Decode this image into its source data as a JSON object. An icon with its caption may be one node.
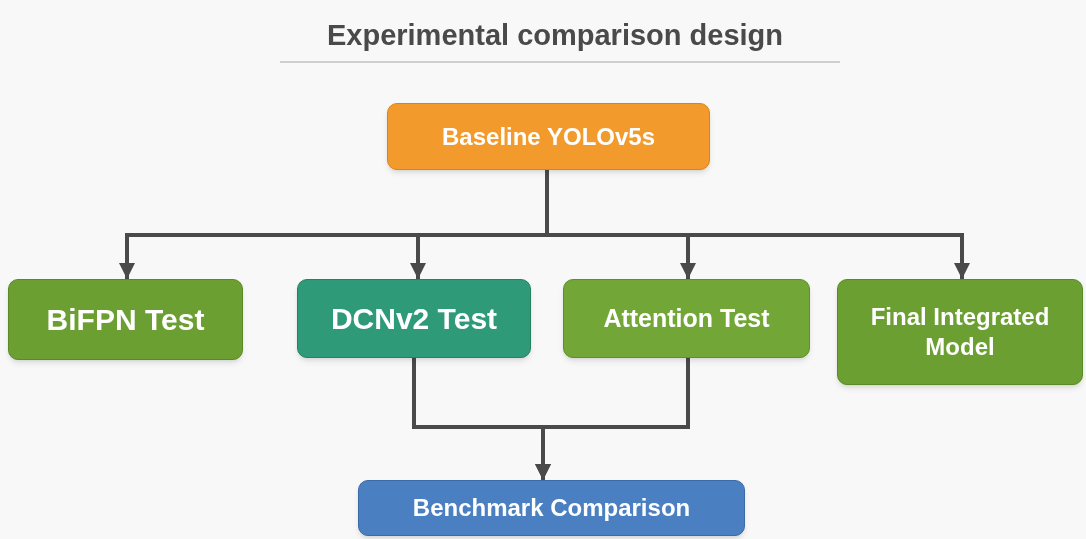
{
  "diagram": {
    "title": "Experimental comparison design",
    "nodes": [
      {
        "text": [
          "Baseline YOLOv5s"
        ]
      },
      {
        "text": [
          "BiFPN Test"
        ]
      },
      {
        "text": [
          "DCNv2 Test"
        ]
      },
      {
        "text": [
          "Attention Test"
        ]
      },
      {
        "text": [
          "Final Integrated Model"
        ]
      },
      {
        "text": [
          "Benchmark Comparison"
        ]
      }
    ],
    "edges": [
      {
        "from": 0,
        "to": 1,
        "arrow": "to"
      },
      {
        "from": 0,
        "to": 2,
        "arrow": "to"
      },
      {
        "from": 0,
        "to": 3,
        "arrow": "to"
      },
      {
        "from": 0,
        "to": 4,
        "arrow": "to"
      },
      {
        "from": 2,
        "to": 5,
        "arrow": "to"
      },
      {
        "from": 3,
        "to": 5,
        "arrow": "to"
      }
    ]
  }
}
